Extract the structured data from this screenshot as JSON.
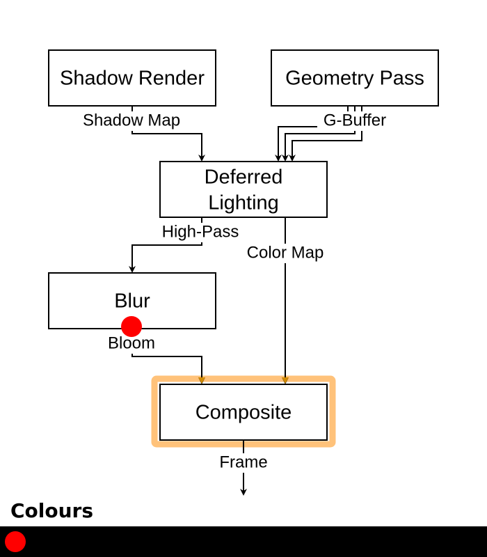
{
  "nodes": {
    "shadow_render": "Shadow Render",
    "geometry_pass": "Geometry Pass",
    "deferred_lighting": [
      "Deferred",
      "Lighting"
    ],
    "blur": "Blur",
    "composite": "Composite"
  },
  "edges": {
    "shadow_map": "Shadow Map",
    "g_buffer": "G-Buffer",
    "high_pass": "High-Pass",
    "color_map": "Color Map",
    "bloom": "Bloom",
    "frame": "Frame"
  },
  "legend": {
    "title": "Colours",
    "marker_color": "#ff0000"
  },
  "colors": {
    "highlight": "#ffc27a",
    "marker": "#ff0000",
    "arrow_tip_highlight": "#d18a00"
  }
}
